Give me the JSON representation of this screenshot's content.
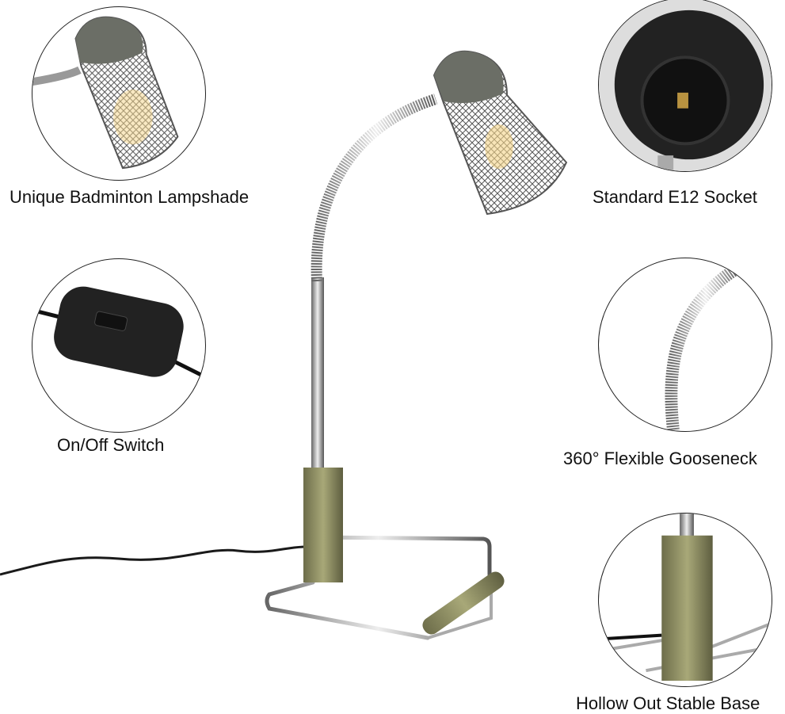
{
  "features": [
    {
      "id": "lampshade",
      "label": "Unique Badminton Lampshade"
    },
    {
      "id": "socket",
      "label": "Standard E12 Socket"
    },
    {
      "id": "switch",
      "label": "On/Off Switch"
    },
    {
      "id": "gooseneck",
      "label": "360° Flexible Gooseneck"
    },
    {
      "id": "base",
      "label": "Hollow Out Stable Base"
    }
  ],
  "colors": {
    "shade": "#6b6e66",
    "brass": "#8a8a62",
    "chrome": "#b8b8b8",
    "cable": "#1a1a1a"
  }
}
